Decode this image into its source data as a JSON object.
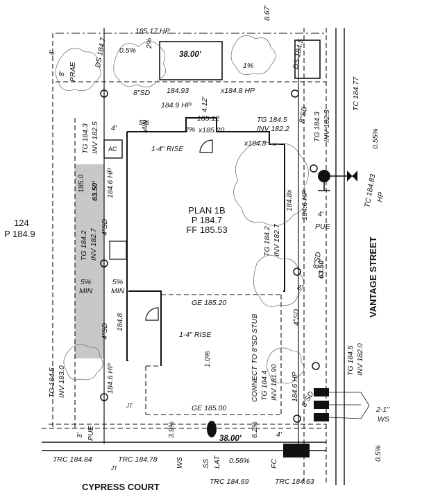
{
  "colors": {
    "ink": "#111111",
    "hatch": "#c8c8c8",
    "paper": "#ffffff",
    "tree": "#777777"
  },
  "lot": {
    "plan": "PLAN 1B",
    "pad": "P 184.7",
    "ff": "FF 185.53"
  },
  "left_lot": {
    "number": "124",
    "pad": "P 184.9"
  },
  "streets": {
    "east": "VANTAGE STREET",
    "south": "CYPRESS COURT"
  },
  "top_labels": {
    "hp_185_17": "185.17 HP",
    "dim_8_67": "8.67'",
    "dim_4_top": "4'",
    "slope_0_5": "0.5%",
    "slope_2_top": "2%",
    "dim_38_top": "38.00'",
    "slope_1": "1%",
    "ds_184_5": "DS 184.5",
    "ds_184_7": "DS 184.7",
    "dim_8_left": "8'",
    "prae": "PRAE",
    "sd_8_top": "8\"SD",
    "v_184_93": "184.93",
    "v_184_8_hp": "x184.8 HP",
    "v_184_9_hp": "184.9 HP",
    "dim_4_12": "4.12'",
    "v_185_12": "185.12",
    "slope_2_b": "2%",
    "v_185_20": "x185.20",
    "v_184_8_b": "x184.8",
    "tc_184_77": "TC 184.77",
    "slope_0_55": "0.55%",
    "tg_184_5_top": "TG 184.5",
    "inv_182_2": "INV 182.2",
    "sd_8_r": "8\"SD",
    "tg_184_3_r": "TG 184.3",
    "inv_182_3": "INV 182.3",
    "tg_184_3_l": "TG 184.3",
    "inv_182_5": "INV 182.5",
    "dim_4_l": "4'",
    "slope_5_top": "5%",
    "min_top": "MIN",
    "ac": "AC",
    "rise_top": "1-4\" RISE"
  },
  "left_side": {
    "v_185_0": "185.0",
    "dim_63_50_l": "63.50'",
    "v_184_6_hp_top": "184.6 HP",
    "tg_184_2": "TG 184.2",
    "inv_182_7": "INV 182.7",
    "sd_4_a": "4\"SD",
    "slope_5_a": "5%",
    "min_a": "MIN",
    "slope_5_b": "5%",
    "min_b": "MIN",
    "sd_4_b": "4\"SD",
    "v_184_8": "184.8",
    "v_184_6_hp_bot": "184.6 HP",
    "tg_184_5": "TG 184.5",
    "inv_183_0": "INV 183.0"
  },
  "right_side": {
    "tc_184_83": "TC 184.83",
    "hp": "HP",
    "v_184_8_x": "184.8x",
    "v_184_6_hp": "184.6 HP",
    "dim_4_r": "4'",
    "pue_r": "PUE",
    "tg_184_2_r": "TG 184.2",
    "inv_182_7_r": "INV 182.7",
    "sd_8_mid": "8\"SD",
    "dim_63_50_r": "63.50'",
    "dim_8_r": "8'",
    "sd_4_r": "4\"SD",
    "tg_184_5_r": "TG 184.5",
    "inv_182_0": "INV 182.0",
    "tg_184_4": "TG 184.4",
    "inv_181_90": "INV 181.90",
    "connect": "CONNECT TO 8\"SD STUB",
    "v_184_6_hp_b": "184.6 HP",
    "sd_8_b": "8\"SD",
    "ws_2_1": "2-1\"",
    "ws": "WS"
  },
  "interior": {
    "ge_185_20": "GE 185.20",
    "rise_mid": "1-4\" RISE",
    "slope_1_0": "1.0%",
    "ge_185_00": "GE 185.00"
  },
  "bottom": {
    "dim_3_l": "3'",
    "pue_l": "PUE",
    "slope_3_9": "3.9%",
    "dim_38_b": "38.00'",
    "slope_6_2": "6.2%",
    "dim_4_b": "4'",
    "trc_184_84": "TRC 184.84",
    "trc_184_78": "TRC 184.78",
    "ws_b": "WS",
    "ss": "SS",
    "lat": "LAT",
    "slope_0_56": "0.56%",
    "fc": "FC",
    "trc_184_69": "TRC 184.69",
    "trc_184_63": "TRC 184.63",
    "slope_0_5_b": "0.5%",
    "jt_l": "JT",
    "jt_b": "JT"
  }
}
